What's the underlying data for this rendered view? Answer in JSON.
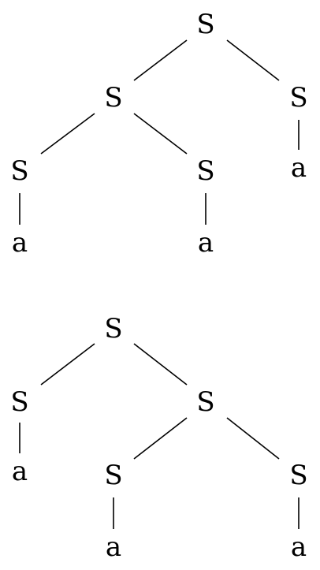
{
  "diagrams": [
    {
      "nodes": [
        {
          "id": "n1",
          "label": "S"
        },
        {
          "id": "n2",
          "label": "S"
        },
        {
          "id": "n3",
          "label": "S"
        },
        {
          "id": "n4",
          "label": "S"
        },
        {
          "id": "n5",
          "label": "S"
        },
        {
          "id": "n6",
          "label": "a"
        },
        {
          "id": "n7",
          "label": "a"
        },
        {
          "id": "n8",
          "label": "a"
        }
      ],
      "edges": [
        [
          "n1",
          "n2"
        ],
        [
          "n1",
          "n3"
        ],
        [
          "n2",
          "n4"
        ],
        [
          "n2",
          "n5"
        ],
        [
          "n3",
          "n6"
        ],
        [
          "n4",
          "n7"
        ],
        [
          "n5",
          "n8"
        ]
      ]
    },
    {
      "nodes": [
        {
          "id": "m1",
          "label": "S"
        },
        {
          "id": "m2",
          "label": "S"
        },
        {
          "id": "m3",
          "label": "S"
        },
        {
          "id": "m4",
          "label": "a"
        },
        {
          "id": "m5",
          "label": "S"
        },
        {
          "id": "m6",
          "label": "S"
        },
        {
          "id": "m7",
          "label": "a"
        },
        {
          "id": "m8",
          "label": "a"
        }
      ],
      "edges": [
        [
          "m1",
          "m2"
        ],
        [
          "m1",
          "m3"
        ],
        [
          "m2",
          "m4"
        ],
        [
          "m3",
          "m5"
        ],
        [
          "m3",
          "m6"
        ],
        [
          "m5",
          "m7"
        ],
        [
          "m6",
          "m8"
        ]
      ]
    }
  ]
}
